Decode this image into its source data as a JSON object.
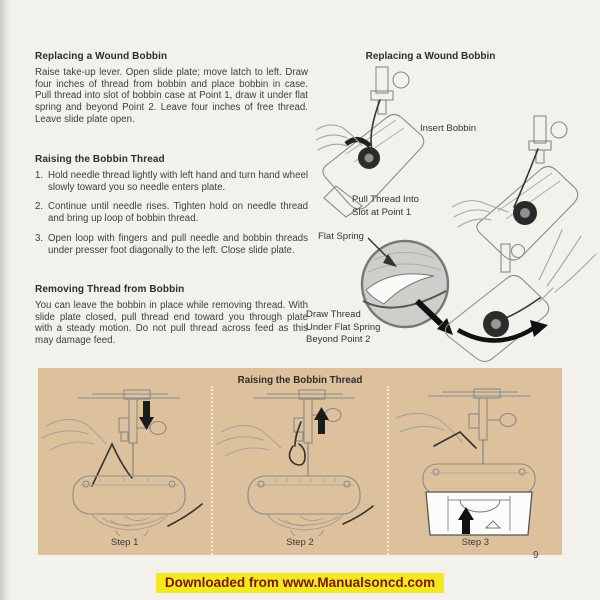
{
  "page": {
    "number": "9",
    "watermark": "Downloaded from www.Manualsoncd.com"
  },
  "left_column": {
    "sections": [
      {
        "heading": "Replacing a Wound Bobbin",
        "body": "Raise take-up lever. Open slide plate; move latch to left. Draw four inches of thread from bobbin and place bobbin in case. Pull thread into slot of bobbin case at Point 1, draw it under flat spring and beyond Point 2. Leave four inches of free thread. Leave slide plate open."
      },
      {
        "heading": "Raising the Bobbin Thread",
        "items": [
          {
            "num": "1.",
            "text": "Hold needle thread lightly with left hand and turn hand wheel slowly toward you so needle enters plate."
          },
          {
            "num": "2.",
            "text": "Continue until needle rises. Tighten hold on needle thread and bring up loop of bobbin thread."
          },
          {
            "num": "3.",
            "text": "Open loop with fingers and pull needle and bobbin threads under presser foot diagonally to the left. Close slide plate."
          }
        ]
      },
      {
        "heading": "Removing Thread from Bobbin",
        "body": "You can leave the bobbin in place while removing thread. With slide plate closed, pull thread end toward you through plate with a steady motion. Do not pull thread across feed as this may damage feed."
      }
    ]
  },
  "right_column": {
    "heading": "Replacing a Wound Bobbin",
    "labels": {
      "insert_bobbin": "Insert Bobbin",
      "pull_thread": "Pull Thread Into\nSlot at Point 1",
      "flat_spring": "Flat Spring",
      "draw_thread": "Draw Thread\nUnder Flat Spring\nBeyond Point 2"
    }
  },
  "bottom_panel": {
    "heading": "Raising the Bobbin Thread",
    "steps": [
      "Step 1",
      "Step 2",
      "Step 3"
    ]
  }
}
